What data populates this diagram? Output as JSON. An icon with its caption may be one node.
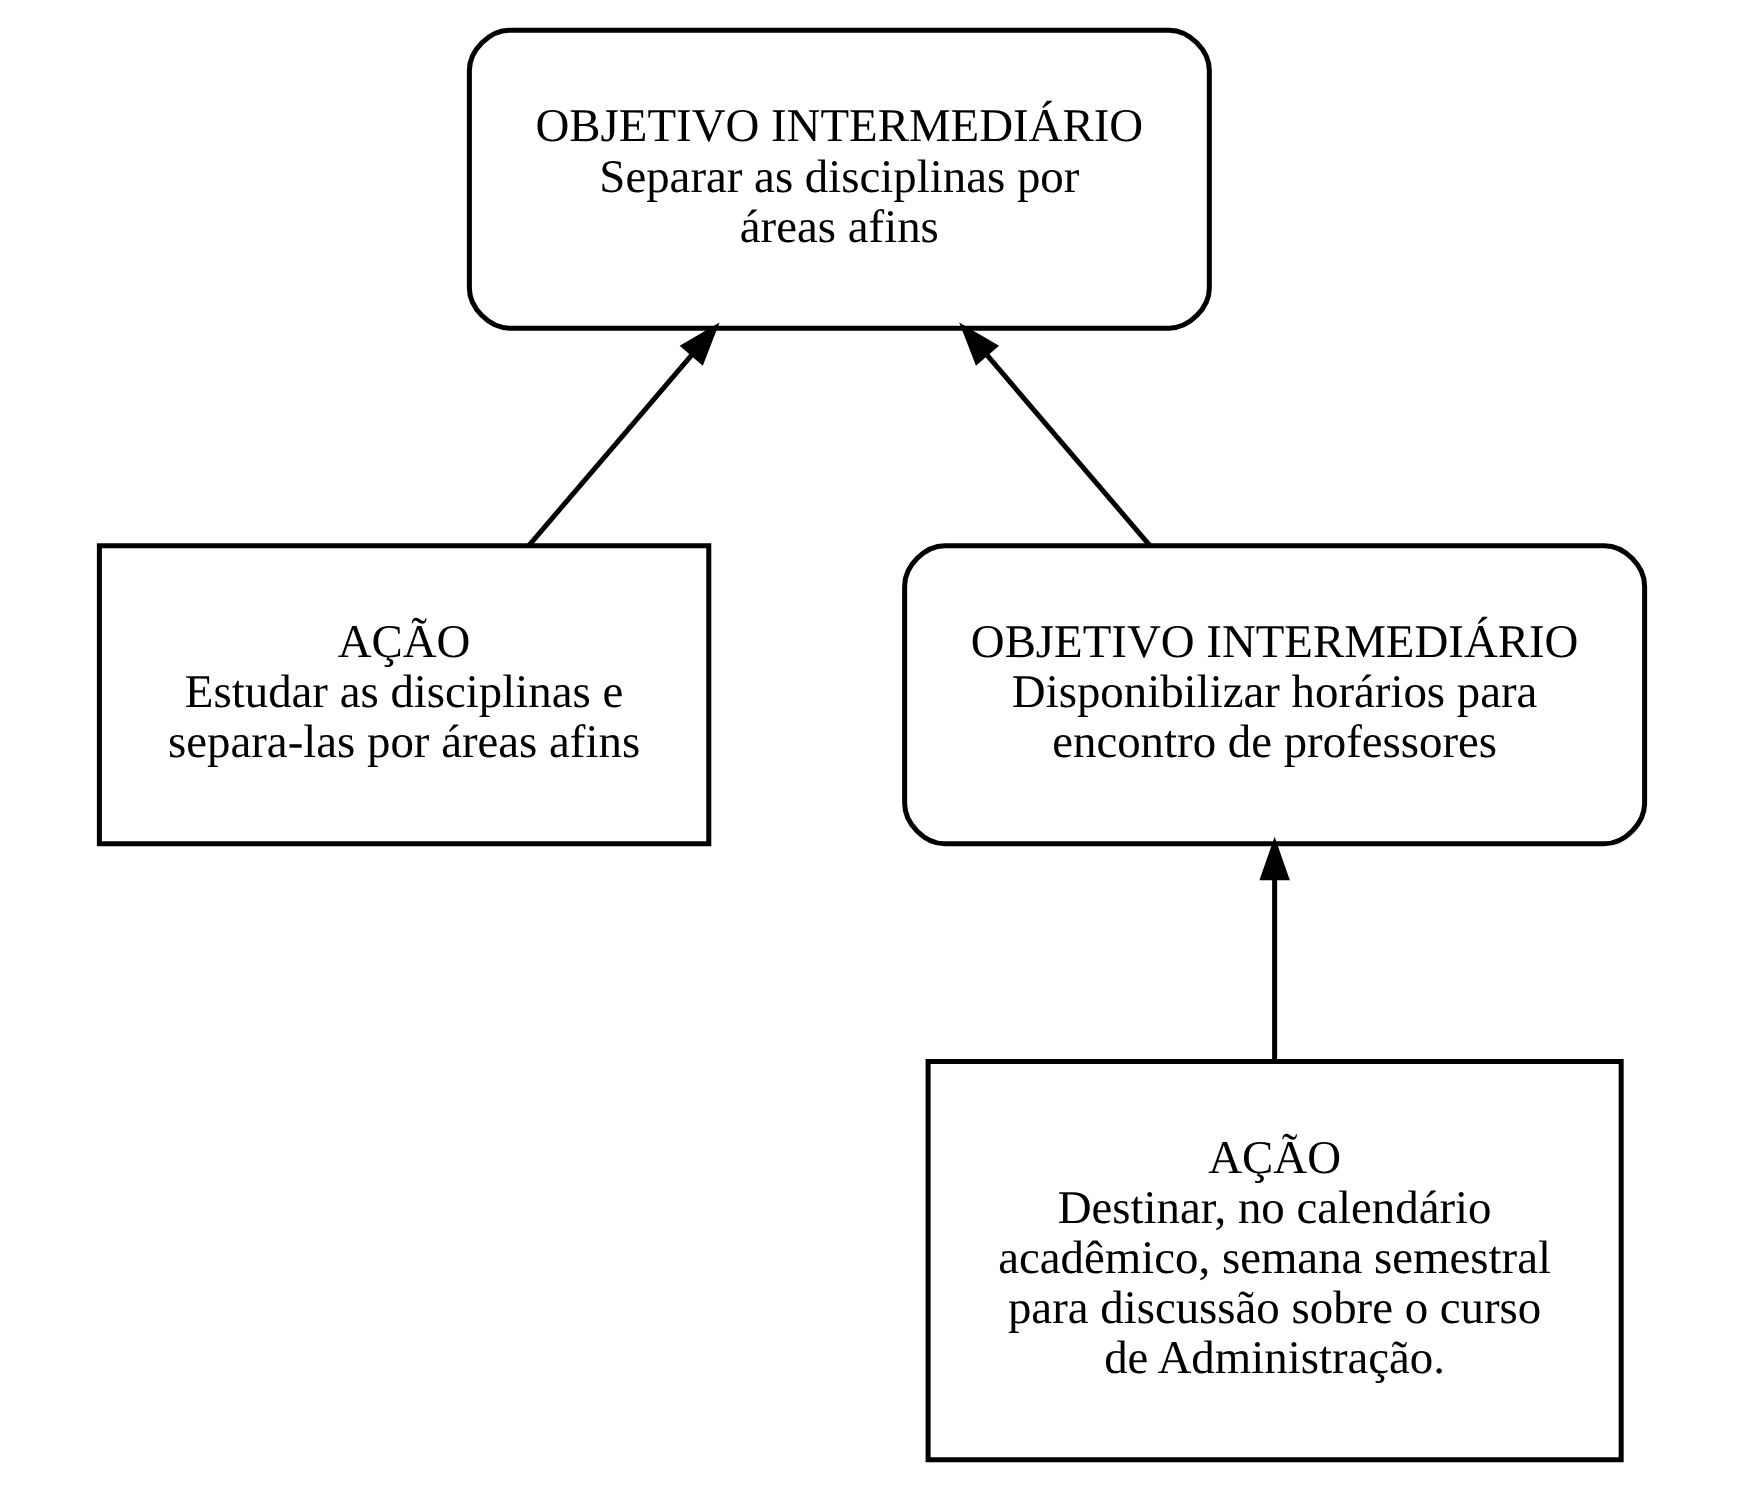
{
  "diagram": {
    "nodes": [
      {
        "text": [
          "OBJETIVO INTERMEDIÁRIO",
          "Separar as disciplinas por áreas afins"
        ]
      },
      {
        "text": [
          "AÇÃO",
          "Estudar as disciplinas e separa-las por áreas afins"
        ]
      },
      {
        "text": [
          "OBJETIVO INTERMEDIÁRIO",
          "Disponibilizar horários para encontro de professores"
        ]
      },
      {
        "text": [
          "AÇÃO",
          "Destinar, no calendário acadêmico, semana semestral para discussão sobre o curso de Administração."
        ]
      }
    ],
    "edges": [
      {
        "from": 1,
        "to": 0,
        "arrow": "to"
      },
      {
        "from": 2,
        "to": 0,
        "arrow": "to"
      },
      {
        "from": 3,
        "to": 2,
        "arrow": "to"
      }
    ]
  }
}
